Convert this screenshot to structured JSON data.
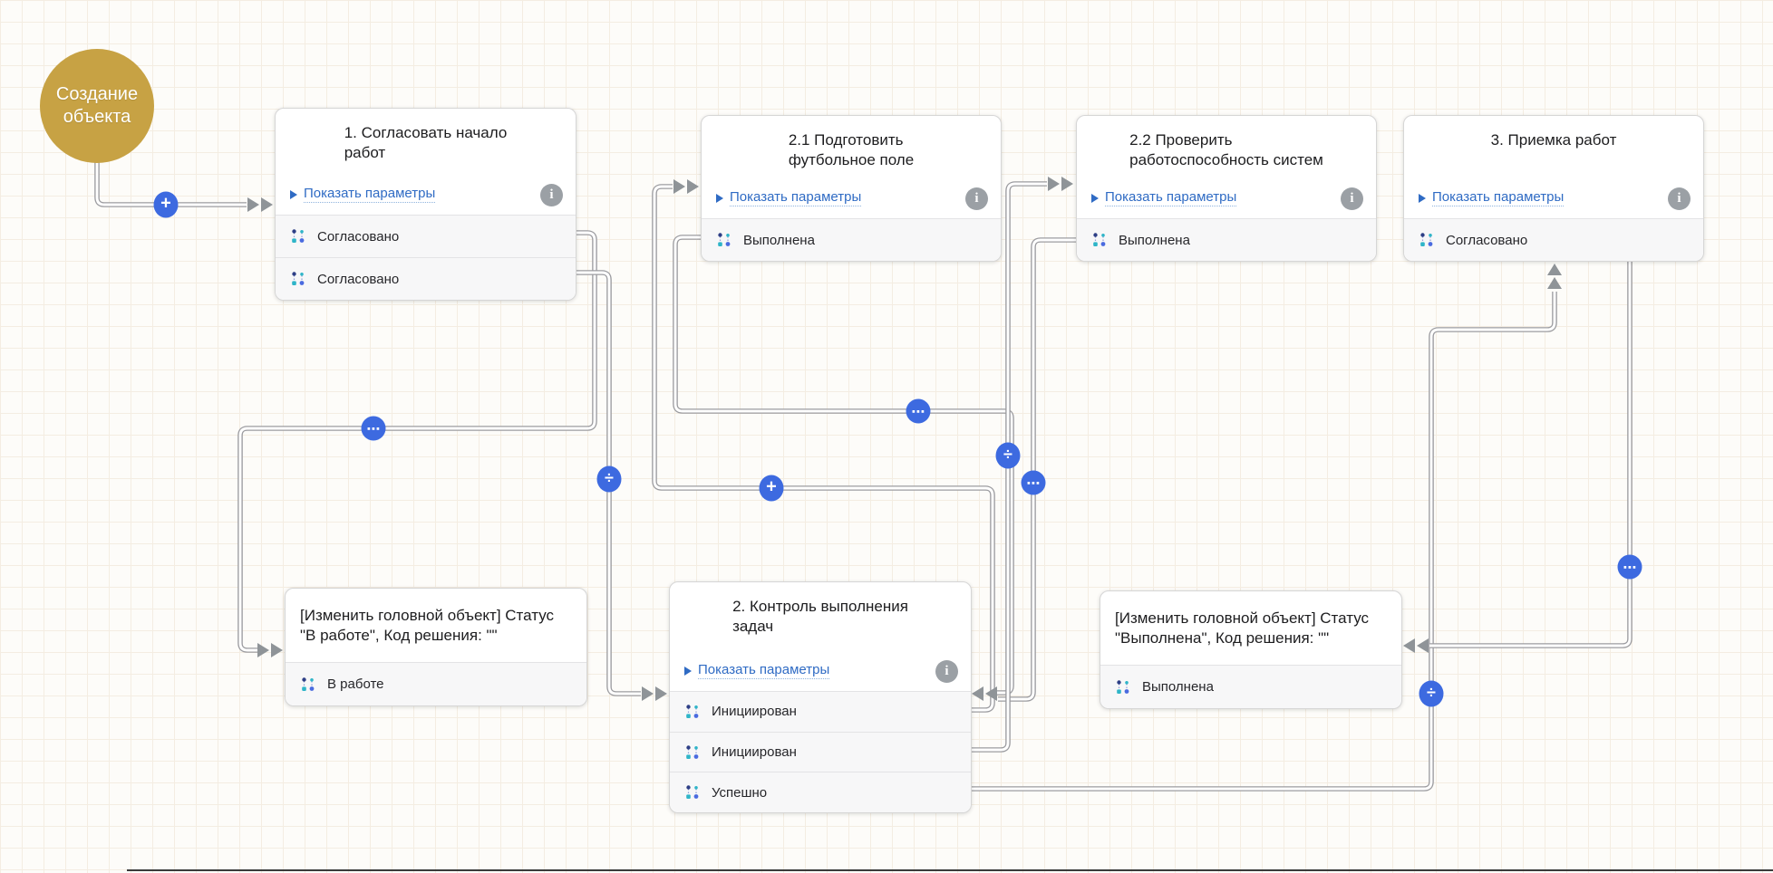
{
  "colors": {
    "canvas_bg": "#fdfcf9",
    "grid_line": "#f4ede2",
    "start_event_fill": "#c7a244",
    "badge_blue": "#3d6ae0",
    "link_blue": "#2f6bc4",
    "wire_gray": "#9c9ca0",
    "arrow_gray": "#8f9498",
    "info_gray": "#9ba0a5",
    "row_bg": "#f7f7f8",
    "node_border": "#d6d6d6"
  },
  "start_event": {
    "label": "Создание\nобъекта"
  },
  "ui": {
    "show_params_label": "Показать параметры",
    "info_glyph": "i"
  },
  "nodes": [
    {
      "id": "task-1",
      "title": "1. Согласовать начало\nработ",
      "outcomes": [
        "Согласовано",
        "Согласовано"
      ]
    },
    {
      "id": "task-2-1",
      "title": "2.1 Подготовить\nфутбольное поле",
      "outcomes": [
        "Выполнена"
      ]
    },
    {
      "id": "task-2-2",
      "title": "2.2 Проверить\nработоспособность систем",
      "outcomes": [
        "Выполнена"
      ]
    },
    {
      "id": "task-3",
      "title": "3. Приемка работ",
      "outcomes": [
        "Согласовано"
      ]
    },
    {
      "id": "set-status-in-work",
      "title": "[Изменить головной объект] Статус\n\"В работе\", Код решения: \"\"",
      "outcomes": [
        "В работе"
      ]
    },
    {
      "id": "task-2",
      "title": "2. Контроль выполнения\nзадач",
      "outcomes": [
        "Инициирован",
        "Инициирован",
        "Успешно"
      ]
    },
    {
      "id": "set-status-done",
      "title": "[Изменить головной объект] Статус\n\"Выполнена\", Код решения: \"\"",
      "outcomes": [
        "Выполнена"
      ]
    }
  ],
  "badges": [
    {
      "kind": "add",
      "glyph": "+"
    },
    {
      "kind": "more",
      "glyph": "⋯"
    },
    {
      "kind": "split",
      "glyph": "÷"
    },
    {
      "kind": "add",
      "glyph": "+"
    },
    {
      "kind": "more",
      "glyph": "⋯"
    },
    {
      "kind": "split",
      "glyph": "÷"
    },
    {
      "kind": "more",
      "glyph": "⋯"
    },
    {
      "kind": "split",
      "glyph": "÷"
    },
    {
      "kind": "more",
      "glyph": "⋯"
    }
  ]
}
